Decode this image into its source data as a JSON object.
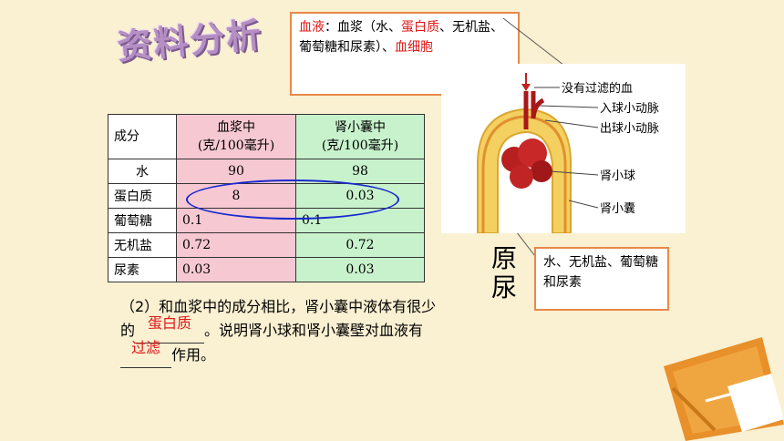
{
  "title": "资料分析",
  "blood_callout": {
    "label": "血液",
    "colon": "：",
    "text1": "血浆（水、",
    "protein": "蛋白质",
    "text2": "、无机盐、葡萄糖和尿素）、",
    "cells": "血细胞"
  },
  "table": {
    "headers": [
      "成分",
      "血浆中\n(克/100毫升)",
      "肾小囊中\n(克/100毫升)"
    ],
    "rows": [
      {
        "name": "水",
        "plasma": "90",
        "capsule": "98"
      },
      {
        "name": "蛋白质",
        "plasma": "8",
        "capsule": "0.03"
      },
      {
        "name": "葡萄糖",
        "plasma": "0.1",
        "capsule": "0.1"
      },
      {
        "name": "无机盐",
        "plasma": "0.72",
        "capsule": "0.72"
      },
      {
        "name": "尿素",
        "plasma": "0.03",
        "capsule": "0.03"
      }
    ]
  },
  "diagram_labels": [
    "没有过滤的血",
    "入球小动脉",
    "出球小动脉",
    "肾小球",
    "肾小囊"
  ],
  "yuanniao": [
    "原",
    "尿"
  ],
  "urine_callout": "水、无机盐、葡萄糖和尿素",
  "paragraph": {
    "part1": "（2）和血浆中的成分相比，肾小囊中液体有很少的",
    "answer1": "蛋白质",
    "part2": "。说明肾小球和肾小囊壁对血液有",
    "answer2": "过滤",
    "part3": "作用。"
  },
  "colors": {
    "background": "#faf0d2",
    "callout_border": "#e8894a",
    "highlight": "#e01818",
    "plasma": "#f6c8d2",
    "capsule": "#c8f2cc",
    "oval": "#1a2ad0"
  }
}
